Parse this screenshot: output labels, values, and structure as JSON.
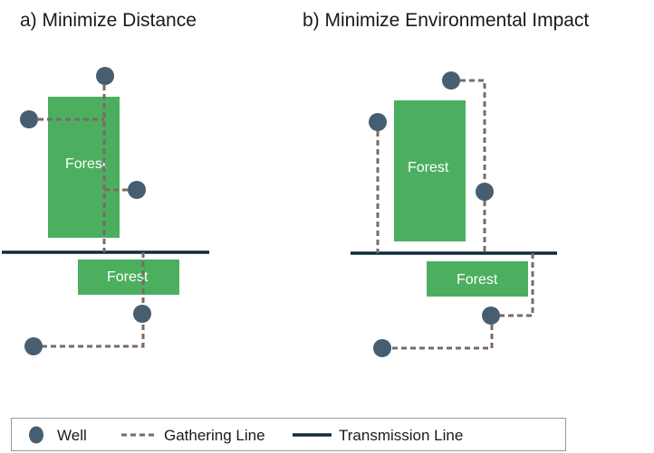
{
  "panels": {
    "a": {
      "title": "a) Minimize Distance",
      "forest_labels": [
        "Forest",
        "Forest"
      ]
    },
    "b": {
      "title": "b) Minimize Environmental Impact",
      "forest_labels": [
        "Forest",
        "Forest"
      ]
    }
  },
  "legend": {
    "well": "Well",
    "gathering_line": "Gathering Line",
    "transmission_line": "Transmission Line"
  },
  "colors": {
    "well": "#465e70",
    "gathering_line": "#7a6a64",
    "transmission_line": "#0e2a3b",
    "forest": "#4caf5f"
  }
}
